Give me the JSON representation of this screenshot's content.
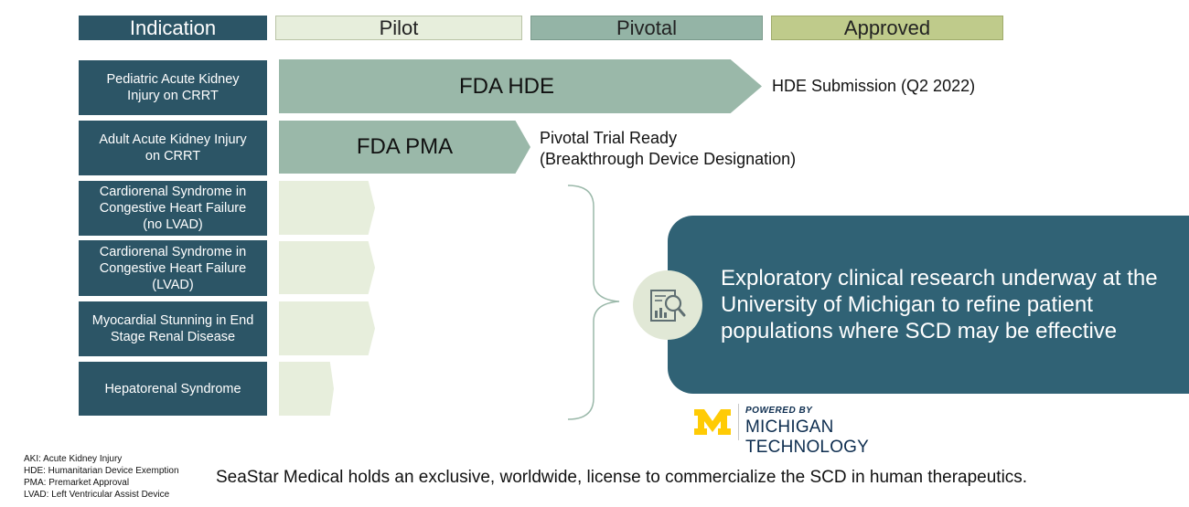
{
  "header": {
    "indication": "Indication",
    "pilot": "Pilot",
    "pivotal": "Pivotal",
    "approved": "Approved"
  },
  "indications": [
    {
      "lines": [
        "Pediatric Acute Kidney",
        "Injury on CRRT"
      ]
    },
    {
      "lines": [
        "Adult Acute Kidney Injury",
        "on CRRT"
      ]
    },
    {
      "lines": [
        "Cardiorenal Syndrome in",
        "Congestive Heart Failure",
        "(no LVAD)"
      ]
    },
    {
      "lines": [
        "Cardiorenal Syndrome in",
        "Congestive Heart Failure",
        "(LVAD)"
      ]
    },
    {
      "lines": [
        "Myocardial Stunning in End",
        "Stage Renal Disease"
      ]
    },
    {
      "lines": [
        "Hepatorenal Syndrome"
      ]
    }
  ],
  "arrows": {
    "hde_label": "FDA HDE",
    "pma_label": "FDA PMA"
  },
  "notes": {
    "hde_status": "HDE Submission (Q2 2022)",
    "pma_status_line1": "Pivotal Trial Ready",
    "pma_status_line2": "(Breakthrough Device Designation)"
  },
  "exploratory": {
    "text": "Exploratory clinical research underway at the University of Michigan to refine patient populations where SCD may be effective",
    "icon": "research-report-magnifier-icon"
  },
  "logo": {
    "mark": "M",
    "powered_by": "POWERED BY",
    "name": "MICHIGAN TECHNOLOGY"
  },
  "footnotes": [
    "AKI: Acute Kidney Injury",
    "HDE: Humanitarian Device Exemption",
    "PMA: Premarket Approval",
    "LVAD: Left Ventricular Assist Device"
  ],
  "bottom_statement": "SeaStar Medical holds an exclusive, worldwide, license to commercialize the SCD in human therapeutics.",
  "colors": {
    "indication_bg": "#2c5566",
    "pilot": "#e7eedc",
    "pivotal": "#94b4a6",
    "approved": "#bfcb8b",
    "explore_bg": "#306275",
    "michigan_maize": "#ffcb05",
    "michigan_blue": "#0d2d4f"
  }
}
